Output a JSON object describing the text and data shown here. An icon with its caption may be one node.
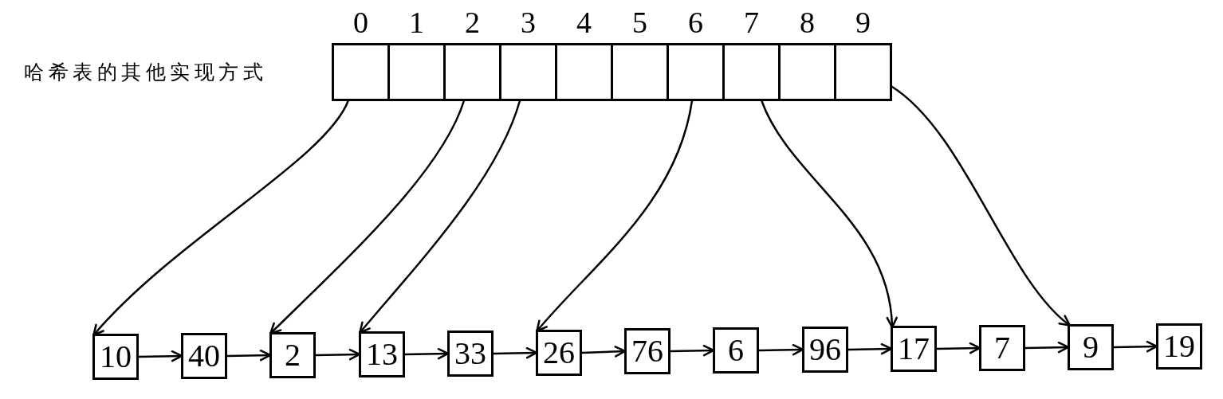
{
  "diagram": {
    "title": "哈希表的其他实现方式",
    "nodes": [
      {
        "text": [],
        "shape": "box",
        "beside": [
          "0"
        ]
      },
      {
        "text": [],
        "shape": "box",
        "beside": [
          "1"
        ]
      },
      {
        "text": [],
        "shape": "box",
        "beside": [
          "2"
        ]
      },
      {
        "text": [],
        "shape": "box",
        "beside": [
          "3"
        ]
      },
      {
        "text": [],
        "shape": "box",
        "beside": [
          "4"
        ]
      },
      {
        "text": [],
        "shape": "box",
        "beside": [
          "5"
        ]
      },
      {
        "text": [],
        "shape": "box",
        "beside": [
          "6"
        ]
      },
      {
        "text": [],
        "shape": "box",
        "beside": [
          "7"
        ]
      },
      {
        "text": [],
        "shape": "box",
        "beside": [
          "8"
        ]
      },
      {
        "text": [],
        "shape": "box",
        "beside": [
          "9"
        ]
      },
      {
        "text": [
          "10"
        ]
      },
      {
        "text": [
          "40"
        ]
      },
      {
        "text": [
          "2"
        ]
      },
      {
        "text": [
          "13"
        ]
      },
      {
        "text": [
          "33"
        ]
      },
      {
        "text": [
          "26"
        ]
      },
      {
        "text": [
          "76"
        ]
      },
      {
        "text": [
          "6"
        ]
      },
      {
        "text": [
          "96"
        ]
      },
      {
        "text": [
          "17"
        ]
      },
      {
        "text": [
          "7"
        ]
      },
      {
        "text": [
          "9"
        ]
      },
      {
        "text": [
          "19"
        ]
      }
    ],
    "edges": [
      {
        "from": 10,
        "to": 11,
        "arrow": "to"
      },
      {
        "from": 11,
        "to": 12,
        "arrow": "to"
      },
      {
        "from": 12,
        "to": 13,
        "arrow": "to"
      },
      {
        "from": 13,
        "to": 14,
        "arrow": "to"
      },
      {
        "from": 14,
        "to": 15,
        "arrow": "to"
      },
      {
        "from": 15,
        "to": 16,
        "arrow": "to"
      },
      {
        "from": 16,
        "to": 17,
        "arrow": "to"
      },
      {
        "from": 17,
        "to": 18,
        "arrow": "to"
      },
      {
        "from": 18,
        "to": 19,
        "arrow": "to"
      },
      {
        "from": 19,
        "to": 20,
        "arrow": "to"
      },
      {
        "from": 20,
        "to": 21,
        "arrow": "to"
      },
      {
        "from": 21,
        "to": 22,
        "arrow": "to"
      },
      {
        "from": 0,
        "to": 10,
        "arrow": "to"
      },
      {
        "from": 2,
        "to": 12,
        "arrow": "to"
      },
      {
        "from": 3,
        "to": 13,
        "arrow": "to"
      },
      {
        "from": 6,
        "to": 15,
        "arrow": "to"
      },
      {
        "from": 7,
        "to": 19,
        "arrow": "to"
      },
      {
        "from": 9,
        "to": 21,
        "arrow": "to"
      }
    ]
  }
}
